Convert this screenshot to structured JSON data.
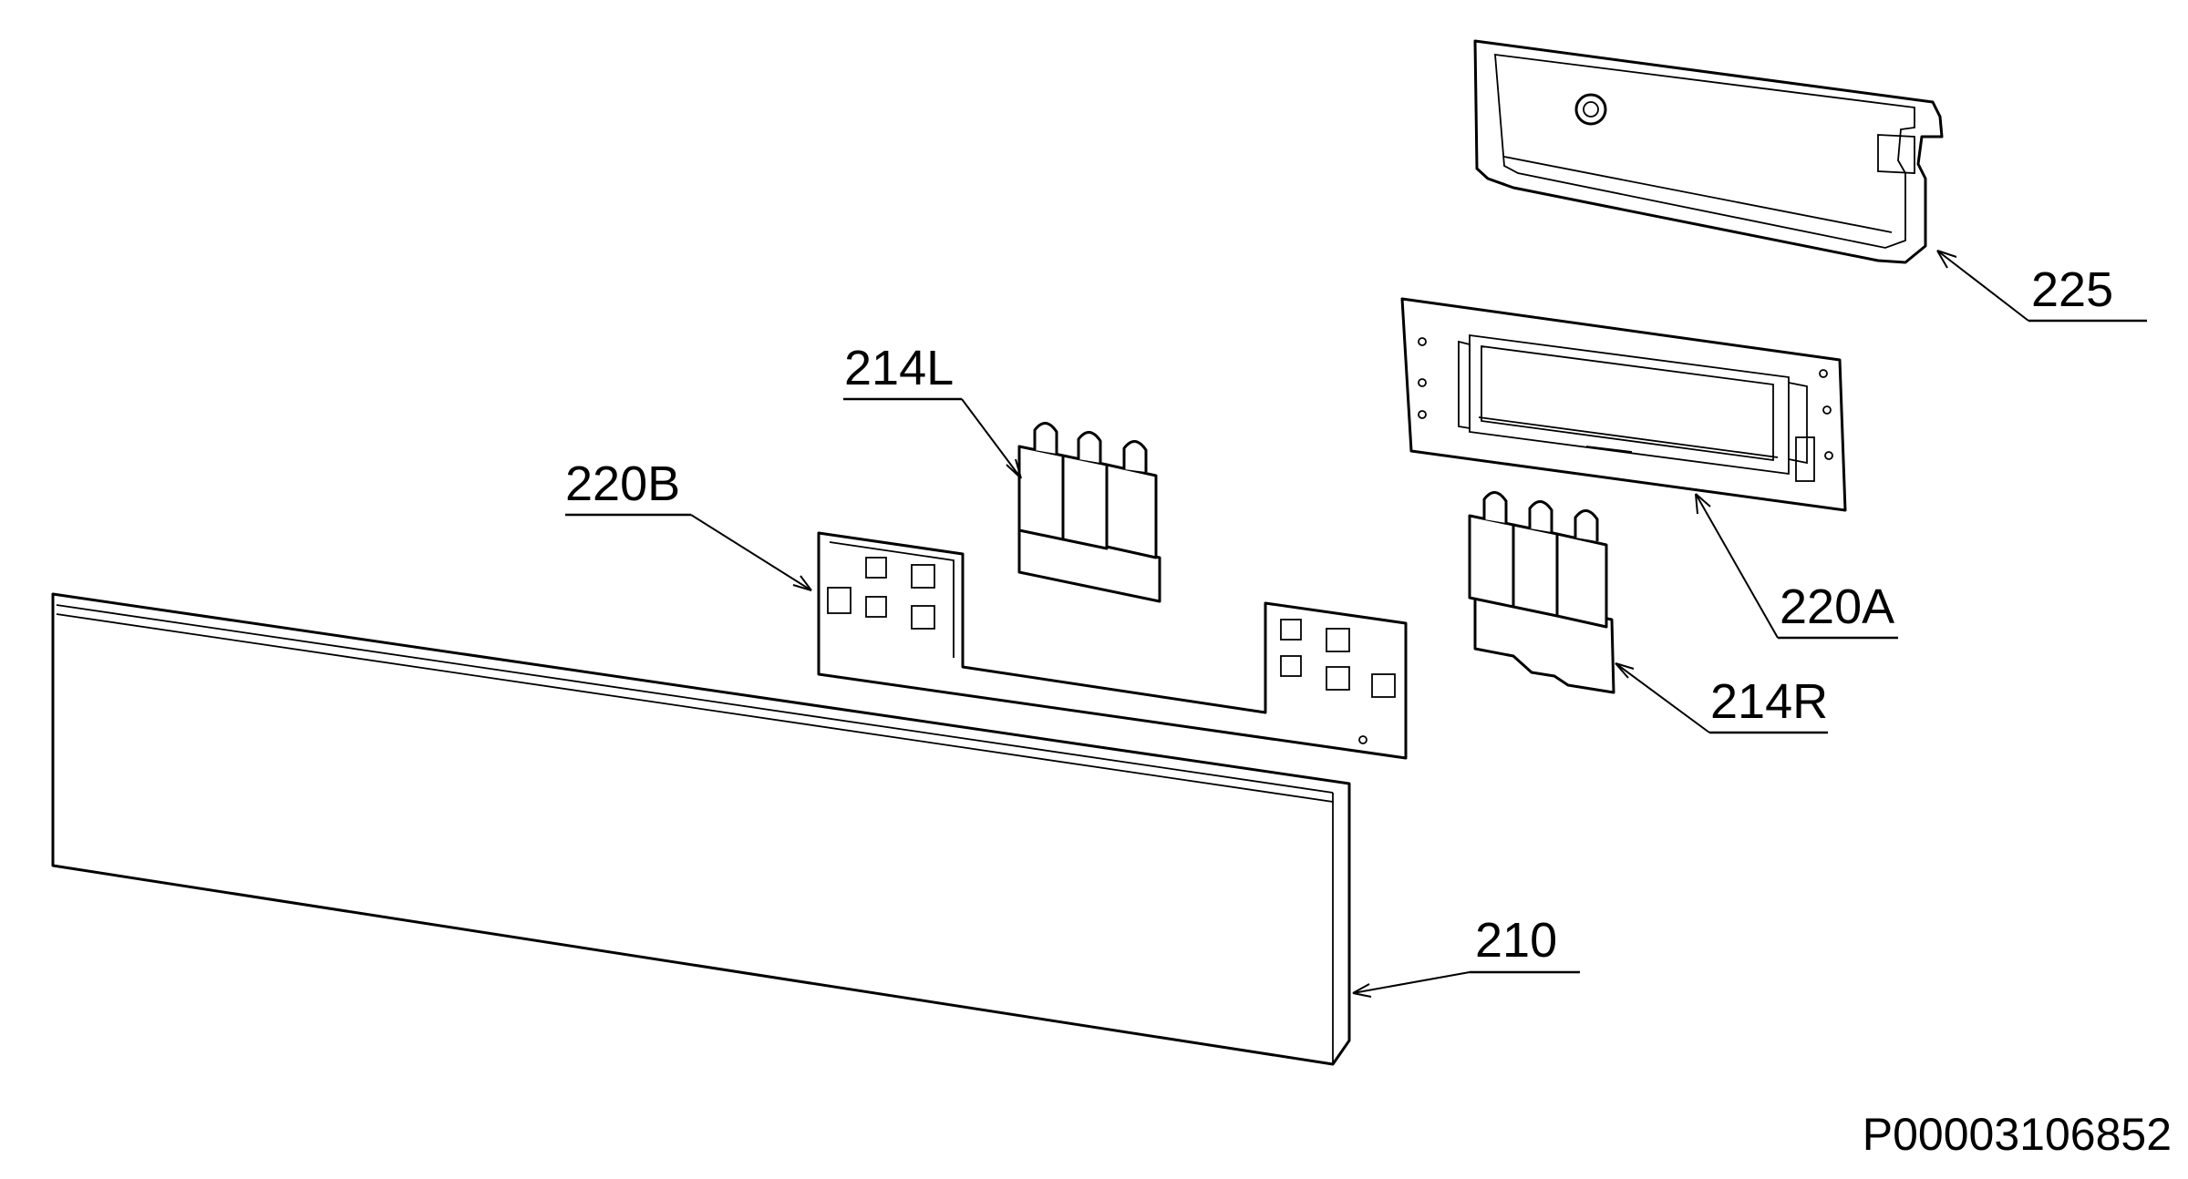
{
  "callouts": [
    {
      "id": "225",
      "text": "225"
    },
    {
      "id": "214L",
      "text": "214L"
    },
    {
      "id": "220B",
      "text": "220B"
    },
    {
      "id": "220A",
      "text": "220A"
    },
    {
      "id": "214R",
      "text": "214R"
    },
    {
      "id": "210",
      "text": "210"
    }
  ],
  "drawing_code": "P00003106852",
  "colors": {
    "ink": "#000000",
    "paper": "#ffffff"
  }
}
